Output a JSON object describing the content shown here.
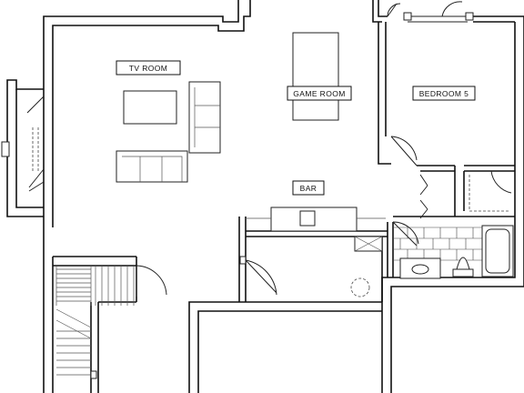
{
  "rooms": {
    "tv_room": "TV ROOM",
    "game_room": "GAME ROOM",
    "bedroom": "BEDROOM 5",
    "bar": "BAR"
  }
}
